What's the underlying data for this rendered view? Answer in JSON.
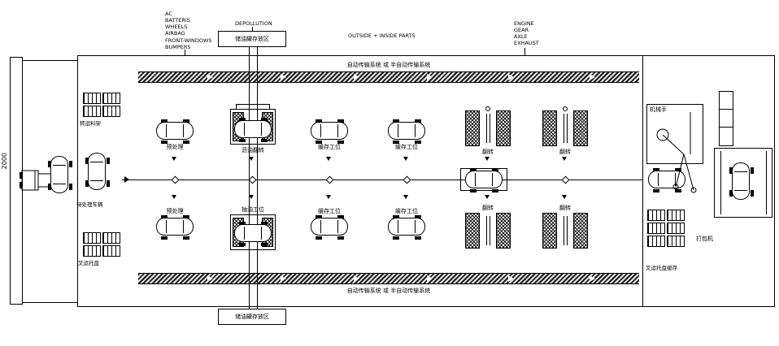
{
  "annotations": {
    "top_left_parts": "AC\nBATTERIS\nWHEELS\nAIRBAG\nFRONT-WINDOWS\nBUMPERS",
    "depollution": "DEPOLLUTION",
    "outside_inside_parts": "OUTSIDE + INSIDE PARTS",
    "top_right_parts": "ENGINE\nGEAR\nAXLE\nEXHAUST"
  },
  "storage": {
    "top_tank": "储油罐存放区",
    "bottom_tank": "储油罐存放区"
  },
  "conveyors": {
    "top": "自动传输系统 或 半自动传输系统",
    "bottom": "自动传输系统 或 半自动传输系统"
  },
  "dimension": {
    "left_height": "2000"
  },
  "left_area": {
    "rack_top": "转运料架",
    "vehicles": "待处理车辆",
    "rack_bottom": "叉运托盘"
  },
  "right_area": {
    "robot": "机械手",
    "baler": "打包机",
    "rack_buffer": "叉运托盘缓存"
  },
  "stations": {
    "top": [
      {
        "label": "预处理"
      },
      {
        "label": "沥油翻转"
      },
      {
        "label": "缓存工位"
      },
      {
        "label": "缓存工位"
      },
      {
        "label": "翻转"
      },
      {
        "label": "翻转"
      }
    ],
    "bottom": [
      {
        "label": "预处理"
      },
      {
        "label": "抽油工位"
      },
      {
        "label": "缓存工位"
      },
      {
        "label": "缓存工位"
      },
      {
        "label": "翻转"
      },
      {
        "label": "翻转"
      }
    ]
  }
}
